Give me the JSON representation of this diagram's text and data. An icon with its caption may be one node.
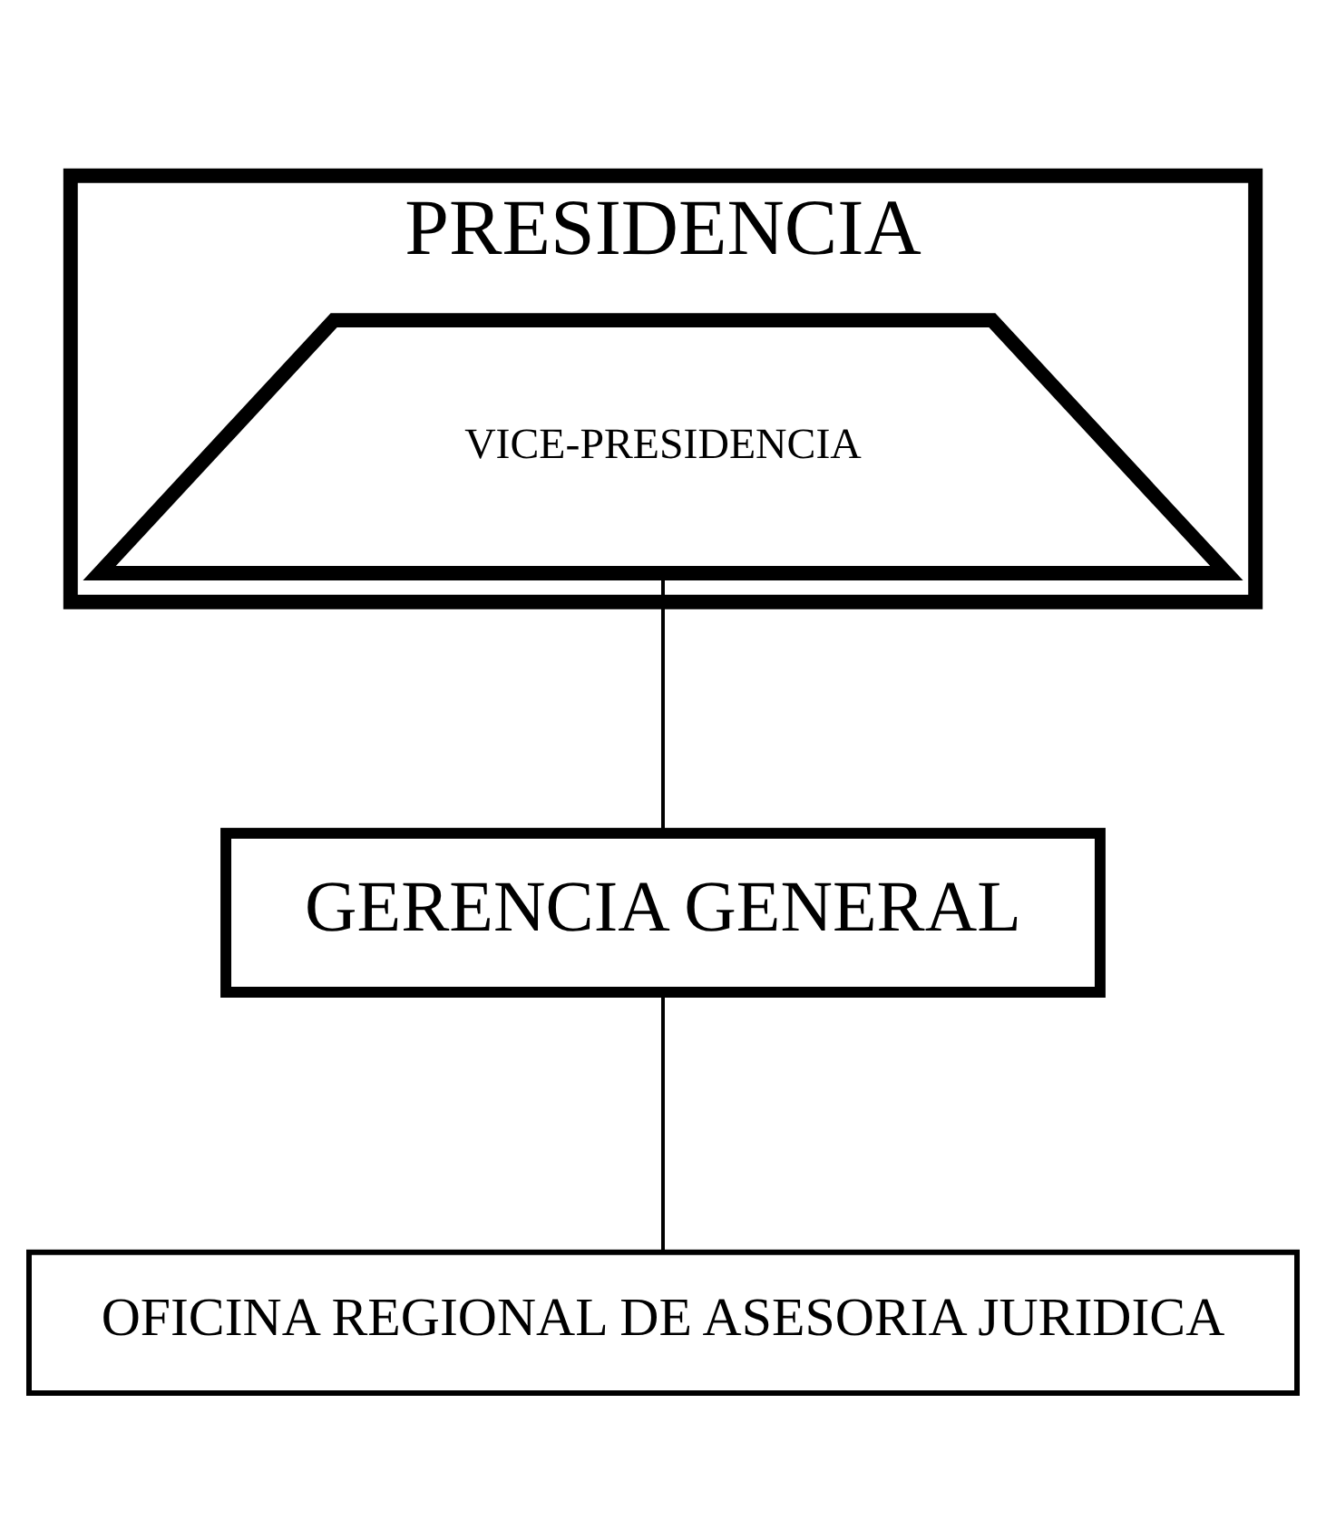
{
  "diagram": {
    "nodes": [
      {
        "text": [
          "PRESIDENCIA"
        ]
      },
      {
        "text": [
          "VICE-PRESIDENCIA"
        ],
        "in": 0
      },
      {
        "text": [
          "GERENCIA GENERAL"
        ]
      },
      {
        "text": [
          "OFICINA REGIONAL DE ASESORIA JURIDICA"
        ]
      }
    ],
    "edges": [
      {
        "from": 1,
        "to": 2,
        "arrow": "none"
      },
      {
        "from": 2,
        "to": 3,
        "arrow": "none"
      }
    ]
  }
}
